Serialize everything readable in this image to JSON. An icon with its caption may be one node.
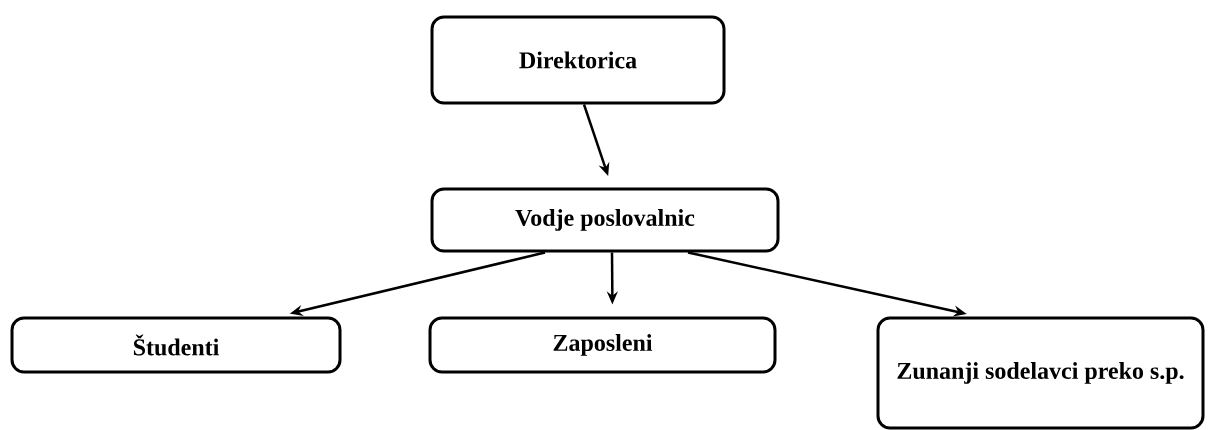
{
  "diagram": {
    "nodes": [
      {
        "text": [
          "Direktorica"
        ]
      },
      {
        "text": [
          "Vodje poslovalnic"
        ]
      },
      {
        "text": [
          "Študenti"
        ]
      },
      {
        "text": [
          "Zaposleni"
        ]
      },
      {
        "text": [
          "Zunanji sodelavci preko s.p."
        ]
      }
    ],
    "edges": [
      {
        "from": 0,
        "to": 1,
        "arrow": "to"
      },
      {
        "from": 1,
        "to": 2,
        "arrow": "to"
      },
      {
        "from": 1,
        "to": 3,
        "arrow": "to"
      },
      {
        "from": 1,
        "to": 4,
        "arrow": "to"
      }
    ]
  }
}
